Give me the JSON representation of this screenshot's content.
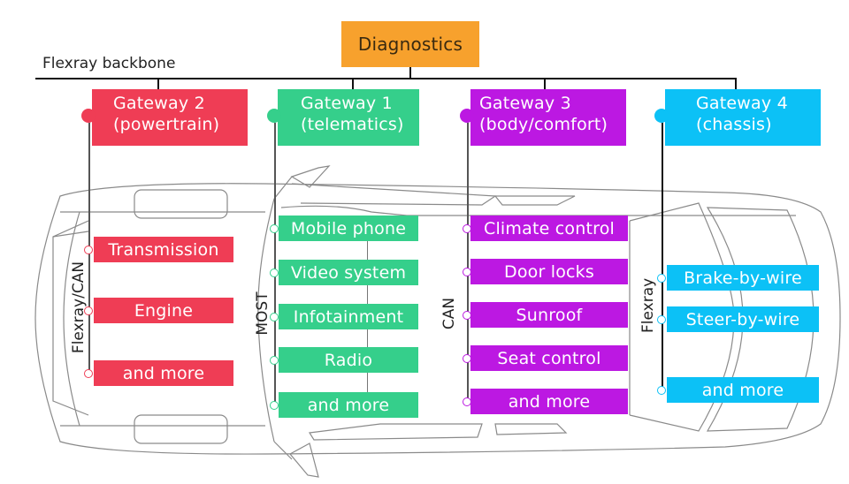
{
  "diagnostics": {
    "label": "Diagnostics",
    "color": "#f7a12d"
  },
  "backbone": {
    "label": "Flexray backbone"
  },
  "gateways": [
    {
      "name": "Gateway 2",
      "role": "(powertrain)",
      "color": "#ef3d55",
      "bus": "Flexray/CAN",
      "ecus": [
        "Transmission",
        "Engine",
        "and more"
      ]
    },
    {
      "name": "Gateway 1",
      "role": "(telematics)",
      "color": "#35cf8b",
      "bus": "MOST",
      "ecus": [
        "Mobile phone",
        "Video system",
        "Infotainment",
        "Radio",
        "and more"
      ]
    },
    {
      "name": "Gateway 3",
      "role": "(body/comfort)",
      "color": "#bc18e2",
      "bus": "CAN",
      "ecus": [
        "Climate control",
        "Door locks",
        "Sunroof",
        "Seat control",
        "and more"
      ]
    },
    {
      "name": "Gateway 4",
      "role": "(chassis)",
      "color": "#0cc1f6",
      "bus": "Flexray",
      "ecus": [
        "Brake-by-wire",
        "Steer-by-wire",
        "and more"
      ]
    }
  ]
}
